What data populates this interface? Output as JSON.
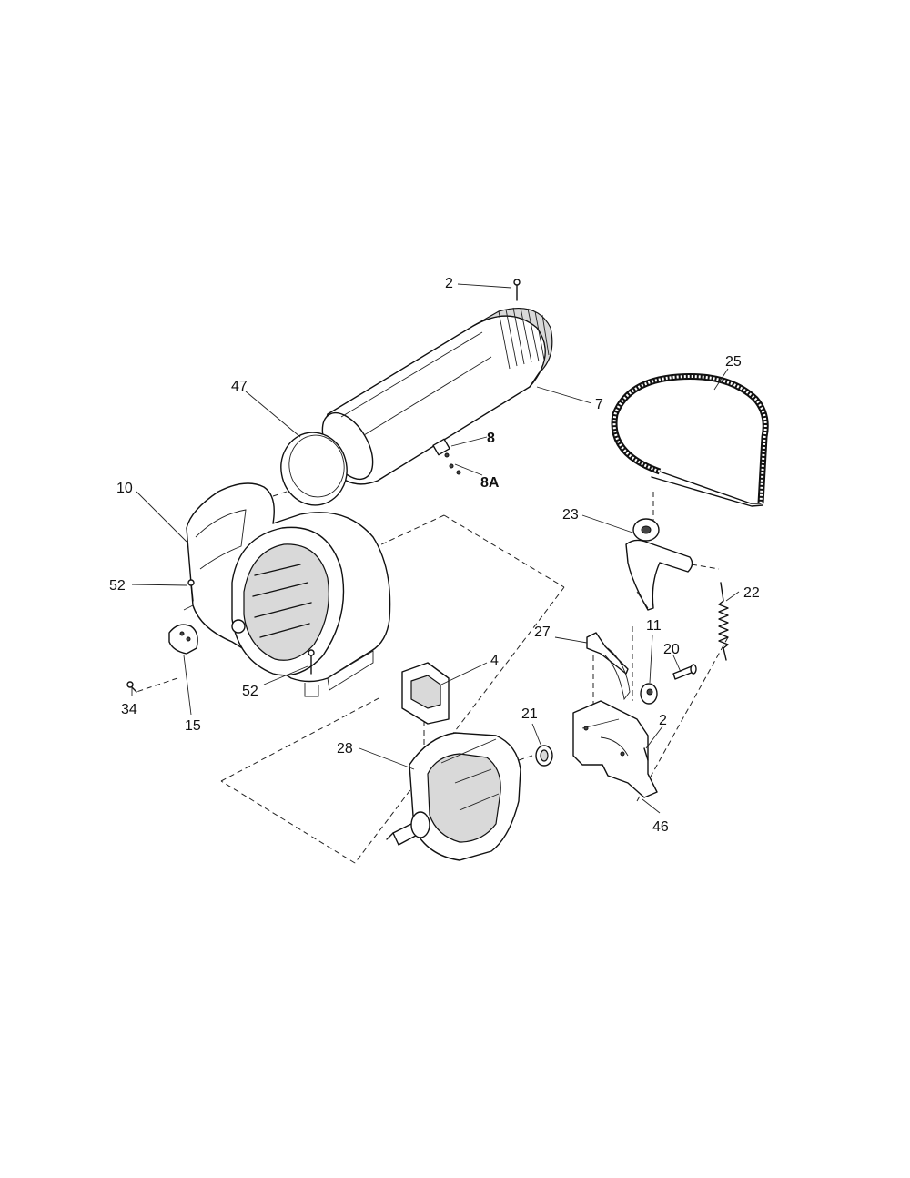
{
  "diagram": {
    "labels": {
      "p2_top": "2",
      "p7": "7",
      "p8": "8",
      "p8a": "8A",
      "p47": "47",
      "p25": "25",
      "p10": "10",
      "p23": "23",
      "p22": "22",
      "p52_left": "52",
      "p11": "11",
      "p20": "20",
      "p27": "27",
      "p4": "4",
      "p52_bottom": "52",
      "p21": "21",
      "p2_bracket": "2",
      "p34": "34",
      "p15": "15",
      "p28": "28",
      "p46": "46"
    }
  }
}
